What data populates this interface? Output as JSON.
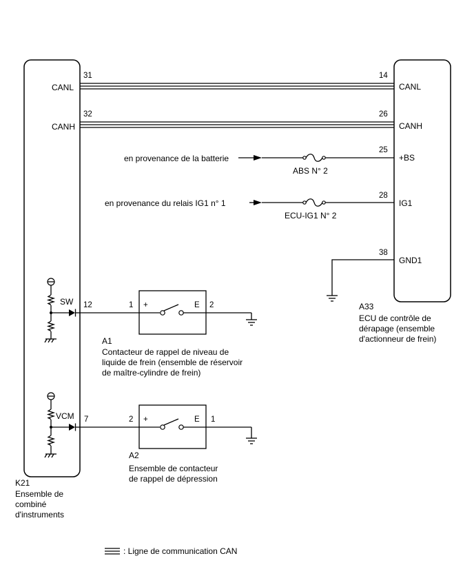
{
  "k21": {
    "code": "K21",
    "name_lines": [
      "Ensemble de",
      "combiné",
      "d'instruments"
    ],
    "pins": {
      "canl": {
        "num": "31",
        "name": "CANL"
      },
      "canh": {
        "num": "32",
        "name": "CANH"
      },
      "sw": {
        "num": "12",
        "name": "SW"
      },
      "vcm": {
        "num": "7",
        "name": "VCM"
      }
    }
  },
  "a33": {
    "code": "A33",
    "name_lines": [
      "ECU de contrôle de",
      "dérapage (ensemble",
      "d'actionneur de frein)"
    ],
    "pins": {
      "canl": {
        "num": "14",
        "name": "CANL"
      },
      "canh": {
        "num": "26",
        "name": "CANH"
      },
      "bs": {
        "num": "25",
        "name": "+BS"
      },
      "ig1": {
        "num": "28",
        "name": "IG1"
      },
      "gnd1": {
        "num": "38",
        "name": "GND1"
      }
    }
  },
  "sources": {
    "battery": "en provenance de la batterie",
    "ig1_relay": "en provenance du relais IG1 n° 1"
  },
  "fuses": {
    "abs2": "ABS N° 2",
    "ecu_ig1_2": "ECU-IG1 N° 2"
  },
  "a1": {
    "code": "A1",
    "name_lines": [
      "Contacteur de rappel de niveau de",
      "liquide de frein (ensemble de réservoir",
      "de maître-cylindre de frein)"
    ],
    "pin_left": "1",
    "pin_right": "2",
    "plus": "+",
    "e": "E"
  },
  "a2": {
    "code": "A2",
    "name_lines": [
      "Ensemble de contacteur",
      "de rappel de dépression"
    ],
    "pin_left": "2",
    "pin_right": "1",
    "plus": "+",
    "e": "E"
  },
  "legend": {
    "label": ": Ligne de communication CAN"
  }
}
